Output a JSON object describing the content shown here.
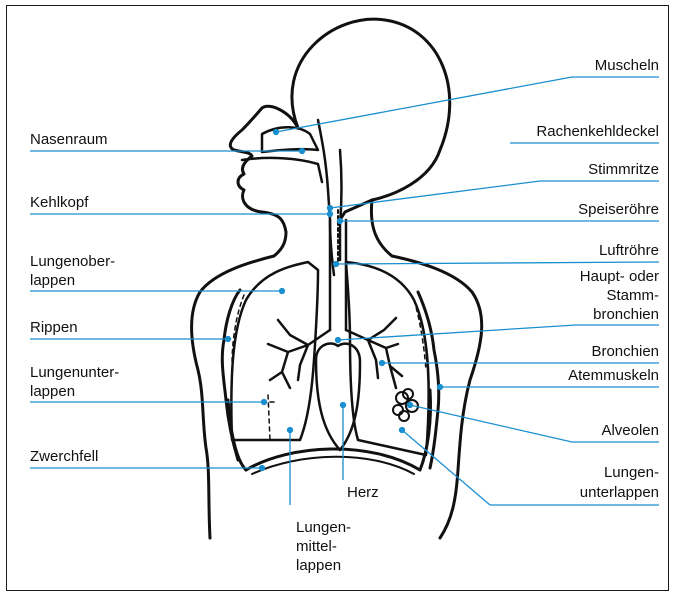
{
  "colors": {
    "leader": "#1a8fd0",
    "ink": "#111111",
    "frame": "#1a1a1a"
  },
  "labels": {
    "left": {
      "nasenraum": "Nasenraum",
      "kehlkopf": "Kehlkopf",
      "lungenoberlappen_1": "Lungenober-",
      "lungenoberlappen_2": "lappen",
      "rippen": "Rippen",
      "lungenunterlappen_1": "Lungenunter-",
      "lungenunterlappen_2": "lappen",
      "zwerchfell": "Zwerchfell"
    },
    "right": {
      "muscheln": "Muscheln",
      "rachenkehldeckel": "Rachenkehldeckel",
      "stimmritze": "Stimmritze",
      "speiseroehre": "Speiseröhre",
      "luftroehre": "Luftröhre",
      "hauptbronchien_1": "Haupt- oder",
      "hauptbronchien_2": "Stamm-",
      "hauptbronchien_3": "bronchien",
      "bronchien": "Bronchien",
      "atemmuskeln": "Atemmuskeln",
      "alveolen": "Alveolen",
      "lungenunterlappen_r_1": "Lungen-",
      "lungenunterlappen_r_2": "unterlappen"
    },
    "bottom": {
      "herz": "Herz",
      "lungenmittellappen_1": "Lungen-",
      "lungenmittellappen_2": "mittel-",
      "lungenmittellappen_3": "lappen"
    }
  }
}
